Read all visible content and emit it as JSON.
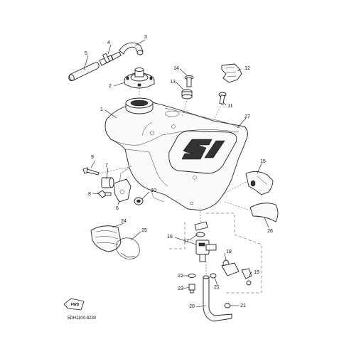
{
  "callouts": [
    "1",
    "2",
    "3",
    "4",
    "5",
    "6",
    "7",
    "8",
    "9",
    "10",
    "11",
    "12",
    "13",
    "14",
    "15",
    "16",
    "17",
    "18",
    "19",
    "20",
    "21",
    "21",
    "21",
    "22",
    "23",
    "24",
    "25",
    "26",
    "27"
  ],
  "diagram_code": "5DH1100-8230",
  "fwd_label": "FWD"
}
